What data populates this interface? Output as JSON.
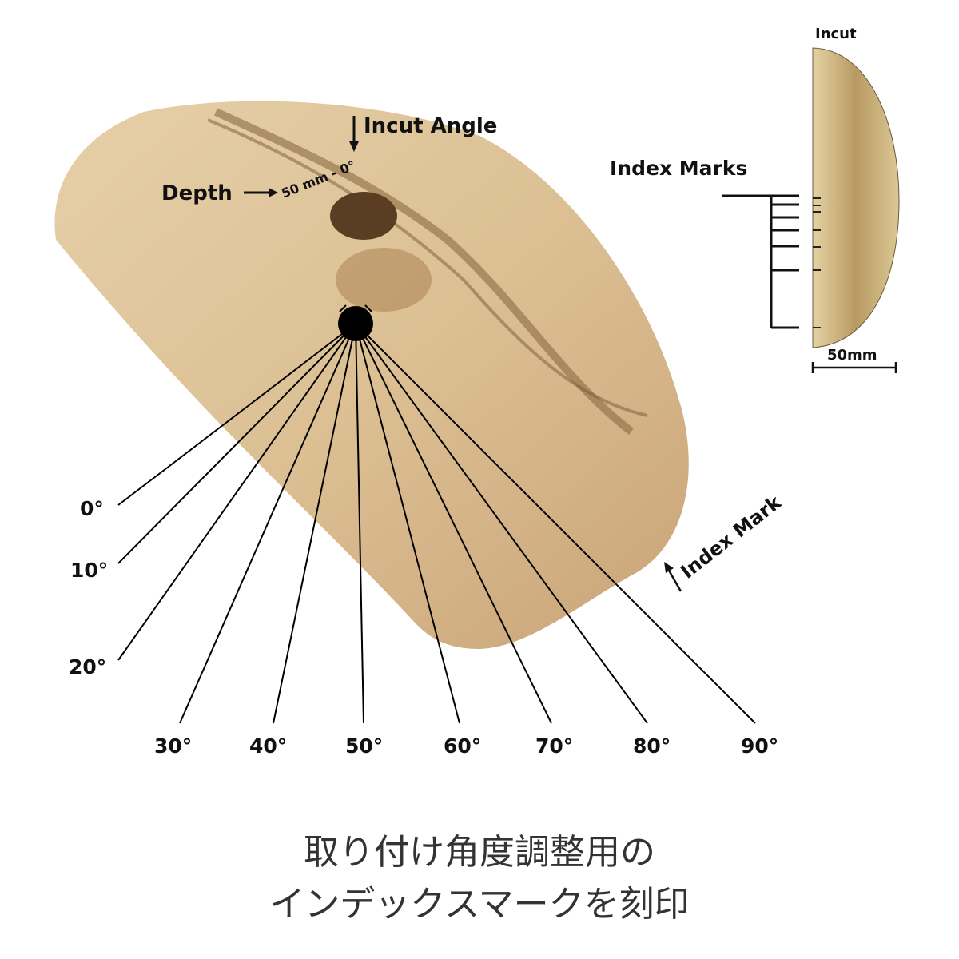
{
  "labels": {
    "incut_angle": "Incut Angle",
    "depth": "Depth",
    "engraving": "50 mm - 0°",
    "index_marks": "Index Marks",
    "index_mark": "Index Mark",
    "incut": "Incut",
    "width": "50mm"
  },
  "angles": [
    "0°",
    "10°",
    "20°",
    "30°",
    "40°",
    "50°",
    "60°",
    "70°",
    "80°",
    "90°"
  ],
  "caption": {
    "line1": "取り付け角度調整用の",
    "line2": "インデックスマークを刻印"
  }
}
